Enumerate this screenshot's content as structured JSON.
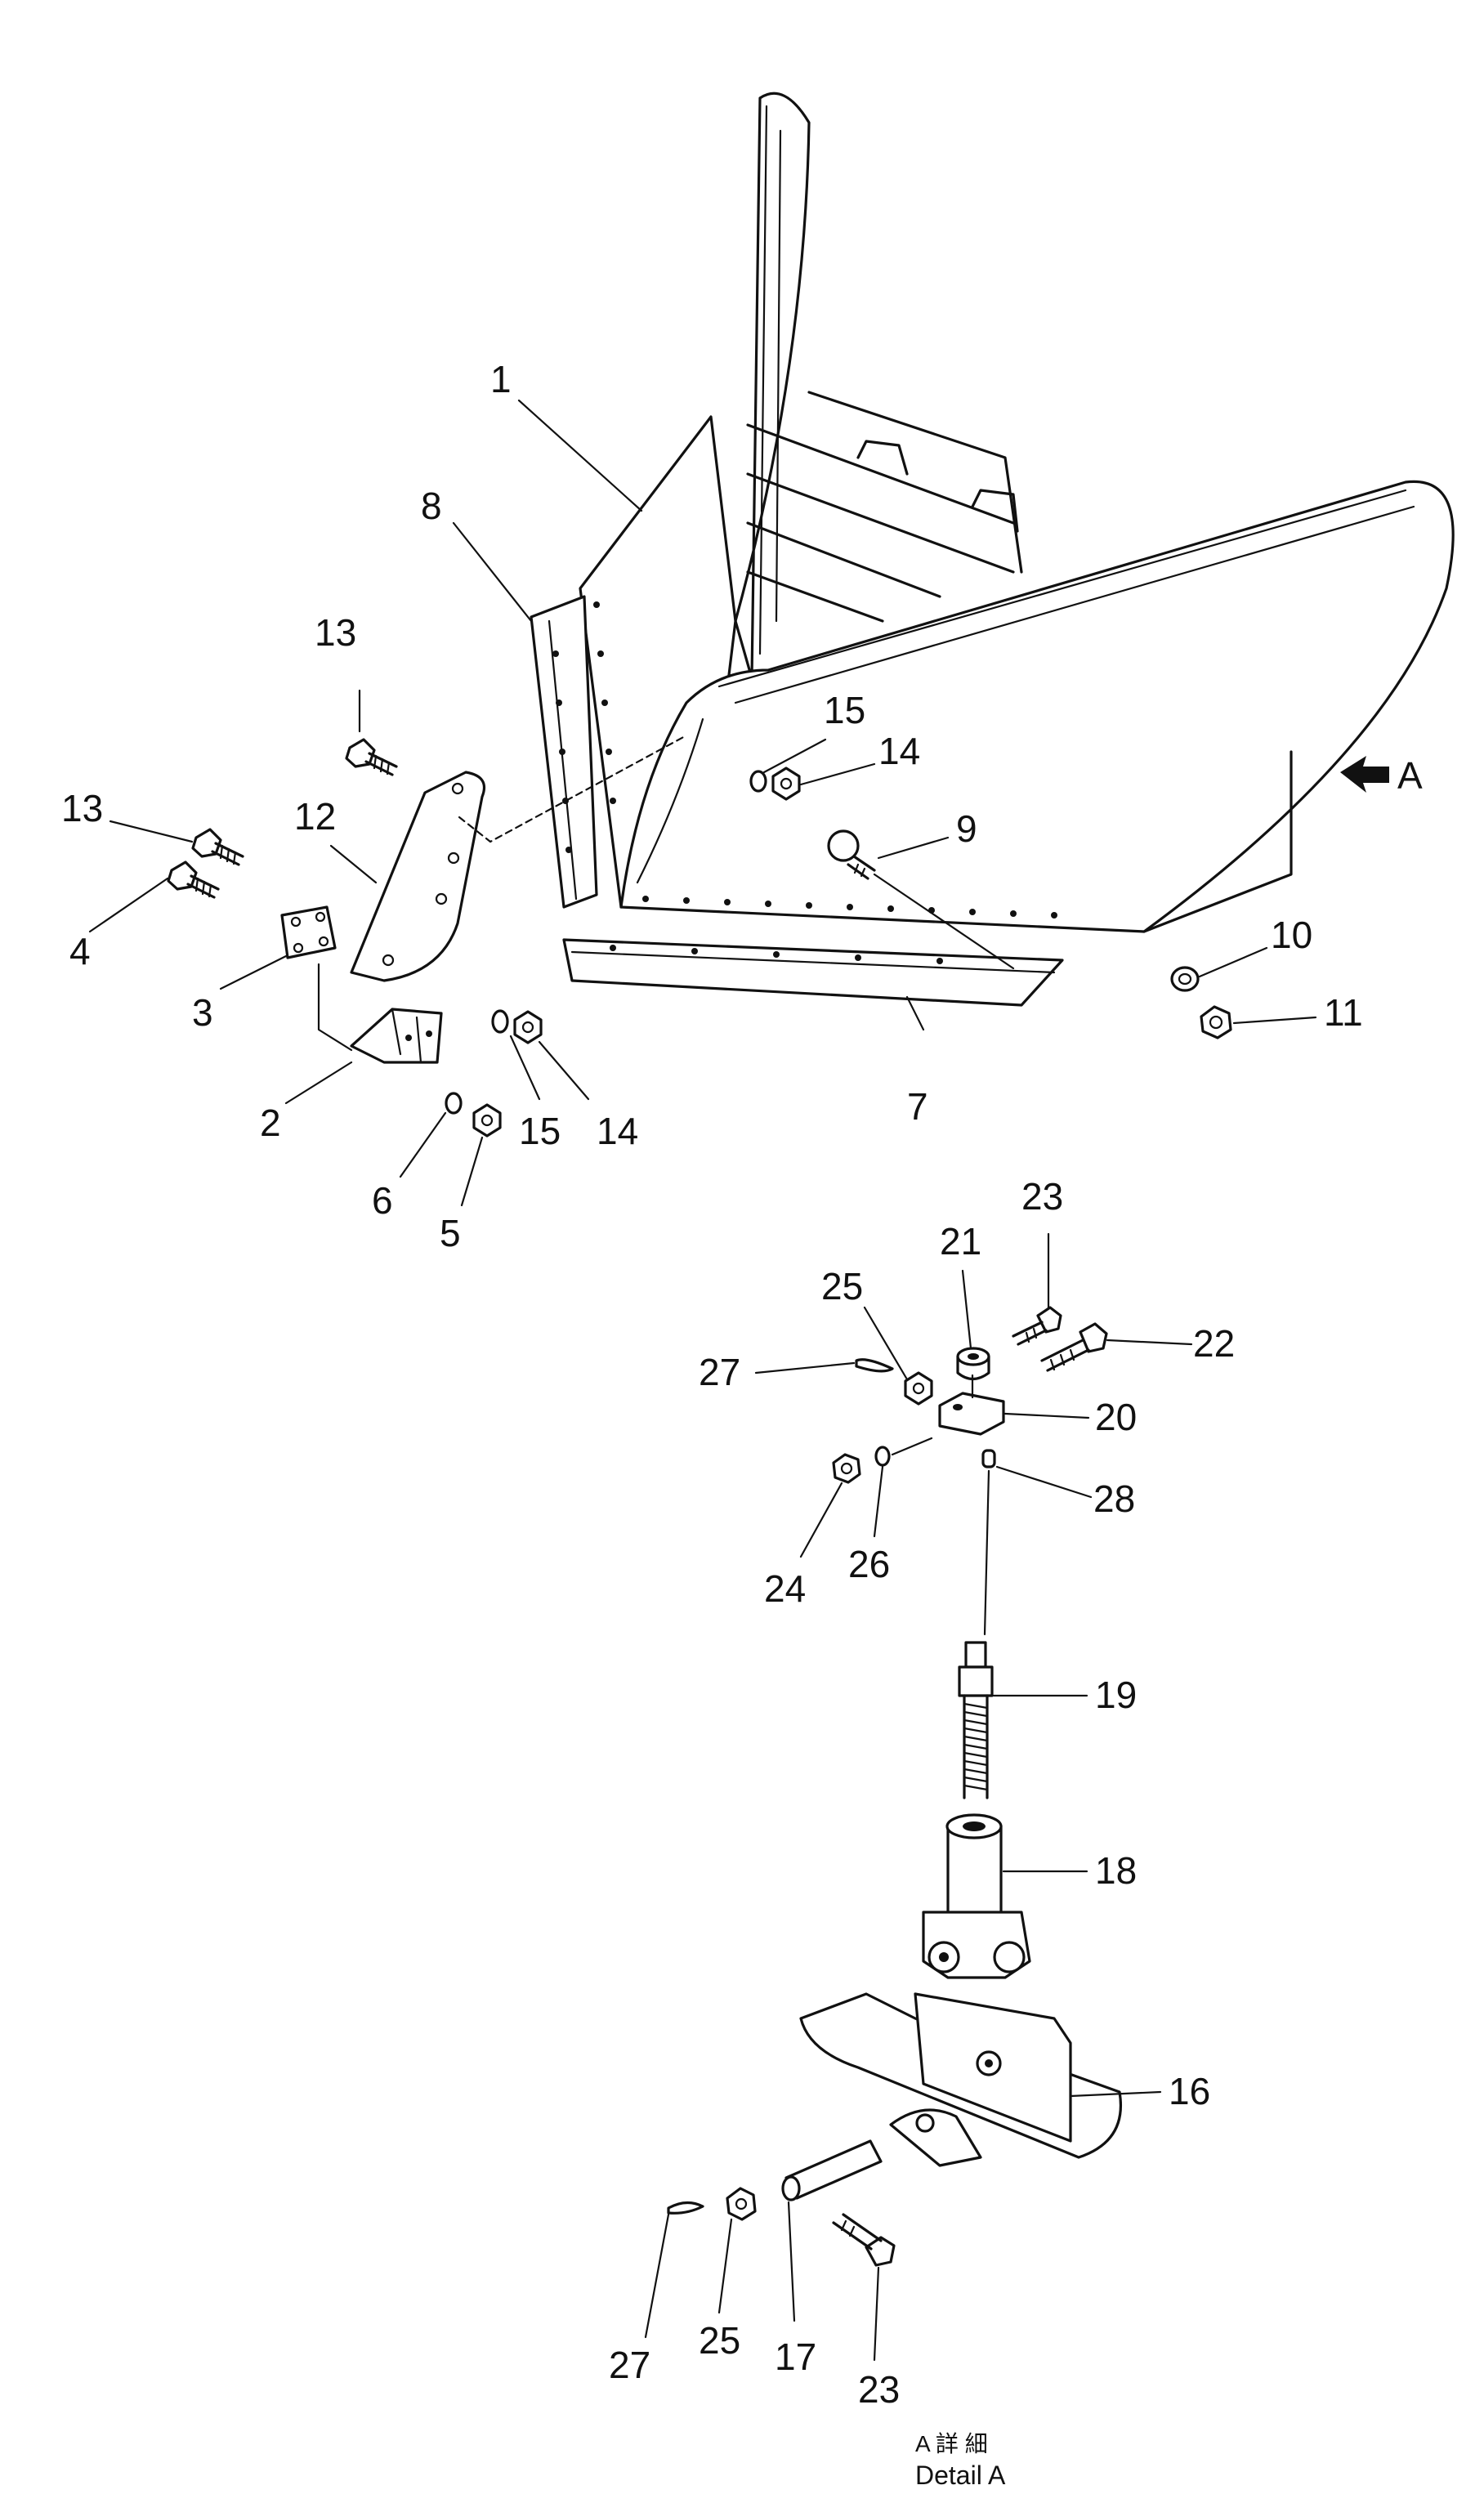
{
  "labels": {
    "p1": "1",
    "p2": "2",
    "p3": "3",
    "p4": "4",
    "p5": "5",
    "p6": "6",
    "p7": "7",
    "p8": "8",
    "p9": "9",
    "p10": "10",
    "p11": "11",
    "p12": "12",
    "p13a": "13",
    "p13b": "13",
    "p14a": "14",
    "p14b": "14",
    "p15a": "15",
    "p15b": "15",
    "p16": "16",
    "p17": "17",
    "p18": "18",
    "p19": "19",
    "p20": "20",
    "p21": "21",
    "p22": "22",
    "p23a": "23",
    "p23b": "23",
    "p24": "24",
    "p25a": "25",
    "p25b": "25",
    "p26": "26",
    "p27a": "27",
    "p27b": "27",
    "p28": "28"
  },
  "view_marker": "A",
  "detail_caption_jp": "A 詳 細",
  "detail_caption_en": "Detail A"
}
